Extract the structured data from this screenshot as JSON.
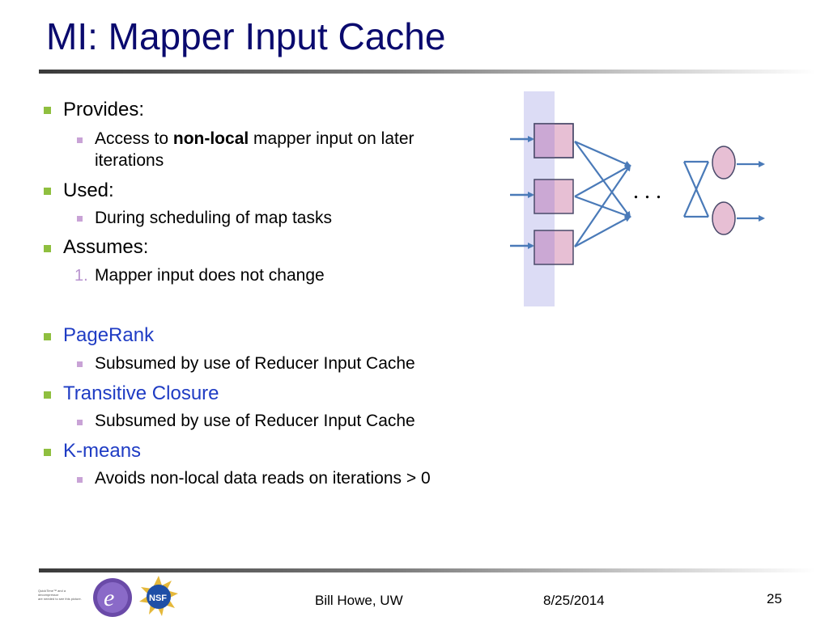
{
  "slide": {
    "title": "MI: Mapper Input Cache",
    "bullets": {
      "provides": "Provides:",
      "provides_sub_pre": "Access to ",
      "provides_sub_bold": "non-local",
      "provides_sub_post": " mapper input on later",
      "provides_sub_wrap": "iterations",
      "used": "Used:",
      "used_sub": "During scheduling of map tasks",
      "assumes": "Assumes:",
      "assumes_num": "1.",
      "assumes_sub": "Mapper input does not change",
      "pagerank": "PageRank",
      "pagerank_sub": "Subsumed by use of Reducer Input Cache",
      "transitive": "Transitive Closure",
      "transitive_sub": "Subsumed by use of Reducer Input Cache",
      "kmeans": "K-means",
      "kmeans_sub": "Avoids non-local data reads on iterations > 0"
    },
    "diagram": {
      "ellipsis": ". . ."
    },
    "footer": {
      "author": "Bill Howe, UW",
      "date": "8/25/2014",
      "page": "25",
      "logo_text": [
        "QuickTime™ and a",
        "decompressor",
        "are needed to see this picture."
      ]
    }
  },
  "colors": {
    "title": "#0a0a6e",
    "bullet_l1": "#8fbf3f",
    "bullet_l2": "#c9a3d6",
    "link_blue": "#1f3cc4",
    "arrow": "#4a7ab8",
    "cache_band": "#dcdcf5",
    "box_fill": "#e7bfd4"
  }
}
